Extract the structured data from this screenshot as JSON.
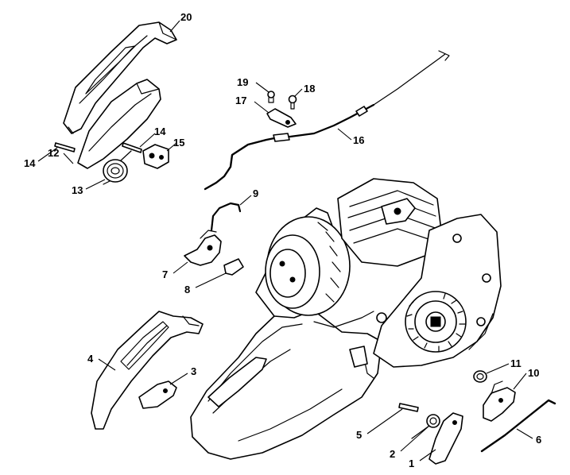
{
  "diagram": {
    "type": "exploded-parts-diagram",
    "callouts": [
      {
        "id": "1",
        "label": "1"
      },
      {
        "id": "2",
        "label": "2"
      },
      {
        "id": "3",
        "label": "3"
      },
      {
        "id": "4",
        "label": "4"
      },
      {
        "id": "5",
        "label": "5"
      },
      {
        "id": "6",
        "label": "6"
      },
      {
        "id": "7",
        "label": "7"
      },
      {
        "id": "8",
        "label": "8"
      },
      {
        "id": "9",
        "label": "9"
      },
      {
        "id": "10",
        "label": "10"
      },
      {
        "id": "11",
        "label": "11"
      },
      {
        "id": "12",
        "label": "12"
      },
      {
        "id": "13",
        "label": "13"
      },
      {
        "id": "14a",
        "label": "14"
      },
      {
        "id": "14b",
        "label": "14"
      },
      {
        "id": "15",
        "label": "15"
      },
      {
        "id": "16",
        "label": "16"
      },
      {
        "id": "17",
        "label": "17"
      },
      {
        "id": "18",
        "label": "18"
      },
      {
        "id": "19",
        "label": "19"
      },
      {
        "id": "20",
        "label": "20"
      }
    ]
  }
}
